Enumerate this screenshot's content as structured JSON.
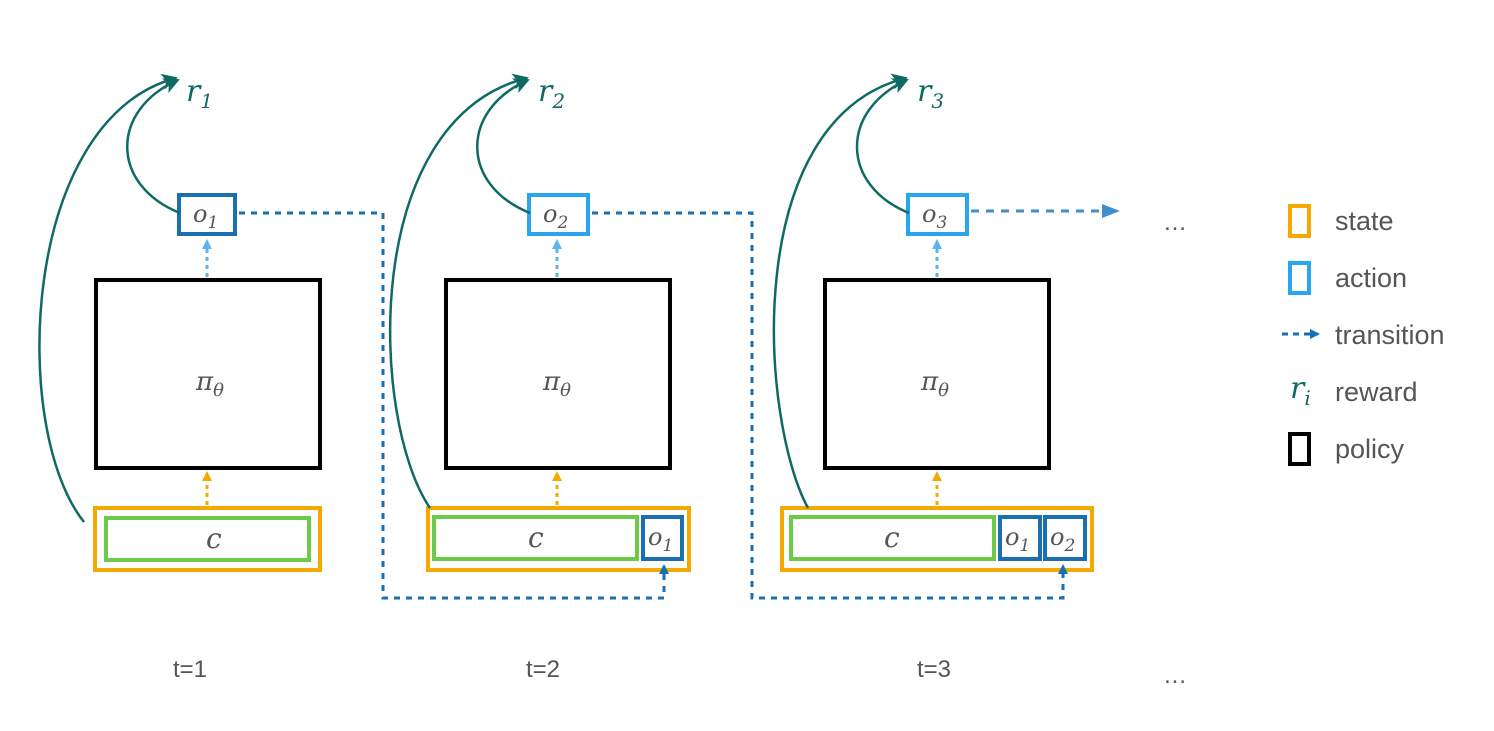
{
  "colors": {
    "state": "#F5A800",
    "context": "#6CCB46",
    "action_dark": "#1A6FB0",
    "action_light": "#2AA6EE",
    "transition": "#1A6FB0",
    "reward": "#0F6A64",
    "policy": "#000000",
    "text_gray": "#555555"
  },
  "steps": [
    {
      "time_label": "t=1",
      "policy_label": "π",
      "policy_sub": "θ",
      "action_label": "o",
      "action_sub": "1",
      "reward_label": "r",
      "reward_sub": "1",
      "context_label": "c",
      "history": []
    },
    {
      "time_label": "t=2",
      "policy_label": "π",
      "policy_sub": "θ",
      "action_label": "o",
      "action_sub": "2",
      "reward_label": "r",
      "reward_sub": "2",
      "context_label": "c",
      "history": [
        {
          "label": "o",
          "sub": "1"
        }
      ]
    },
    {
      "time_label": "t=3",
      "policy_label": "π",
      "policy_sub": "θ",
      "action_label": "o",
      "action_sub": "3",
      "reward_label": "r",
      "reward_sub": "3",
      "context_label": "c",
      "history": [
        {
          "label": "o",
          "sub": "1"
        },
        {
          "label": "o",
          "sub": "2"
        }
      ]
    }
  ],
  "ellipsis_top": "…",
  "ellipsis_bottom": "…",
  "legend": {
    "state": "state",
    "action": "action",
    "transition": "transition",
    "reward_symbol": "r",
    "reward_sub": "i",
    "reward": "reward",
    "policy": "policy"
  }
}
